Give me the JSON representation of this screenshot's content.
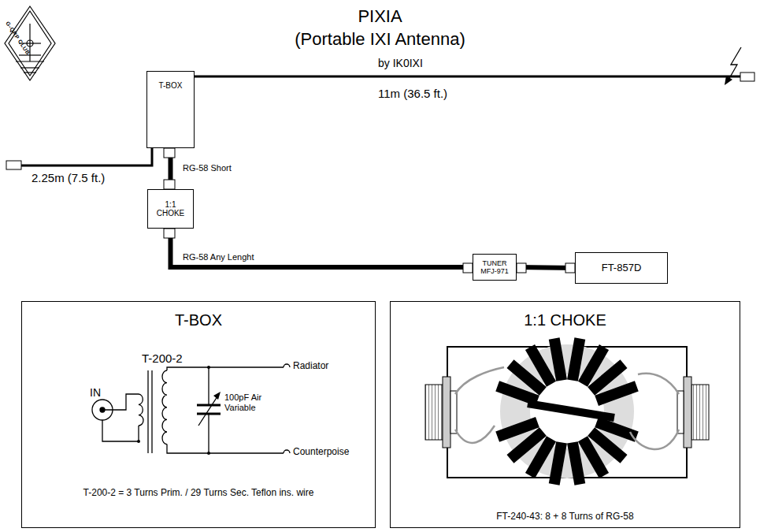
{
  "diagram": {
    "title": "PIXIA",
    "nodes": [
      {
        "text": [
          "T-BOX"
        ]
      },
      {
        "text": [
          "1:1 CHOKE"
        ]
      },
      {
        "text": [
          "TUNER MFJ-971"
        ]
      },
      {
        "text": [
          "FT-857D"
        ]
      },
      {
        "text": [
          "T-BOX",
          "T-200-2 = 3 Turns Prim. / 29 Turns Sec. Teflon ins. wire"
        ]
      },
      {
        "text": [
          "1:1 CHOKE",
          "FT-240-43: 8 + 8 Turns of RG-58"
        ]
      }
    ],
    "edges": [
      {
        "from": 0,
        "to": 1,
        "arrow": "none",
        "label": "RG-58 Short"
      },
      {
        "from": 1,
        "to": 2,
        "arrow": "none",
        "label": "RG-58 Any Lenght"
      },
      {
        "from": 2,
        "to": 3,
        "arrow": "none"
      }
    ],
    "labels": [
      "G-QRP CLUB",
      "(Portable IXI Antenna)",
      "by IK0IXI",
      "11m (36.5 ft.)",
      "2.25m (7.5 ft.)",
      "T-200-2",
      "IN",
      "100pF Air Variable",
      "Radiator",
      "Counterpoise"
    ]
  }
}
